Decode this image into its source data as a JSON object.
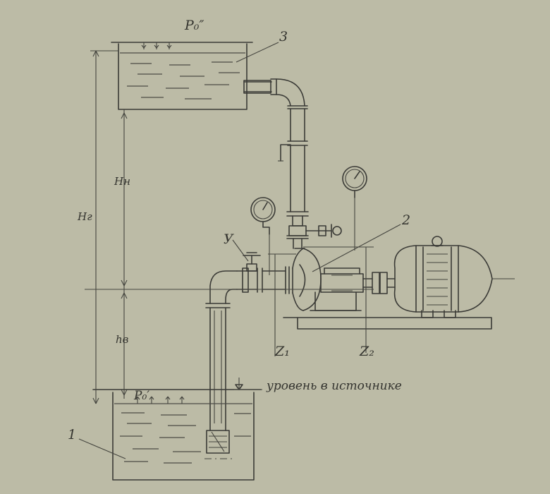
{
  "labels": {
    "p_top": "P₀″",
    "num_tank_top": "3",
    "num_pump": "2",
    "num_tank_bottom": "1",
    "valve_y": "У",
    "h_n": "Hн",
    "h_g": "Hг",
    "h_v": "hв",
    "p_bottom": "P₀′",
    "z1": "Z₁",
    "z2": "Z₂",
    "source_level": "уровень в источнике"
  }
}
